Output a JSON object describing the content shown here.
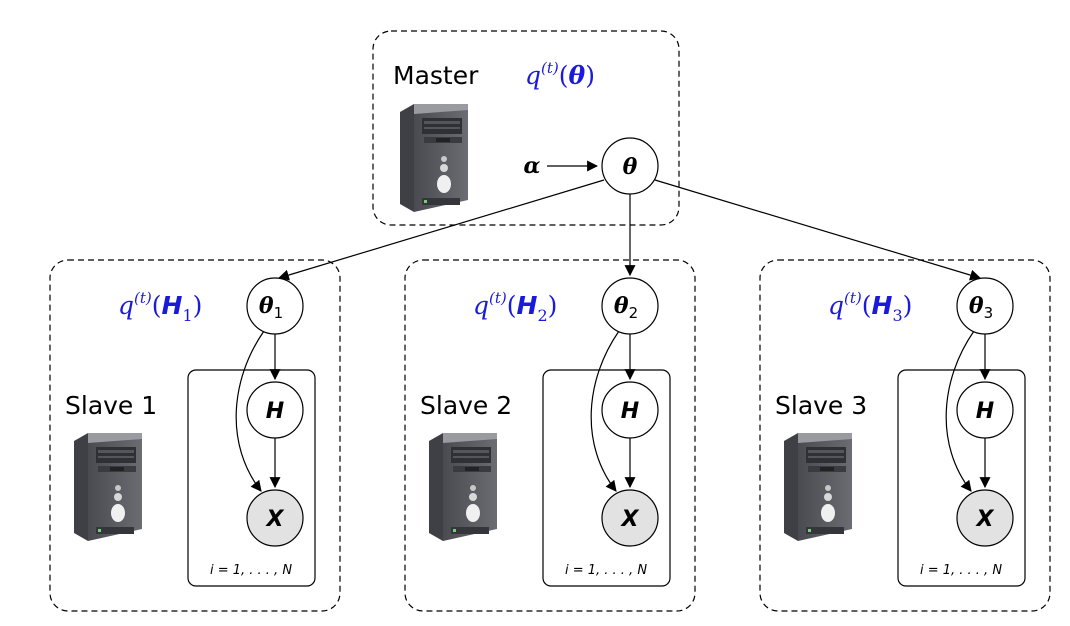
{
  "master": {
    "label": "Master",
    "dist": {
      "q": "q",
      "sup": "(t)",
      "open": "(",
      "arg": "θ",
      "close": ")"
    },
    "theta": "θ",
    "alpha": "α"
  },
  "slaves": [
    {
      "label": "Slave 1",
      "q": "q",
      "sup": "(t)",
      "open": "(",
      "H": "H",
      "sub": "1",
      "close": ")",
      "theta": "θ",
      "theta_sub": "1",
      "H_node": "H",
      "X_node": "X",
      "plate": "i = 1, . . . , N"
    },
    {
      "label": "Slave 2",
      "q": "q",
      "sup": "(t)",
      "open": "(",
      "H": "H",
      "sub": "2",
      "close": ")",
      "theta": "θ",
      "theta_sub": "2",
      "H_node": "H",
      "X_node": "X",
      "plate": "i = 1, . . . , N"
    },
    {
      "label": "Slave 3",
      "q": "q",
      "sup": "(t)",
      "open": "(",
      "H": "H",
      "sub": "3",
      "close": ")",
      "theta": "θ",
      "theta_sub": "3",
      "H_node": "H",
      "X_node": "X",
      "plate": "i = 1, . . . , N"
    }
  ],
  "colors": {
    "dist": "#1a1adc",
    "observed_fill": "#e2e2e2",
    "computer_body": "#6e6f74"
  }
}
